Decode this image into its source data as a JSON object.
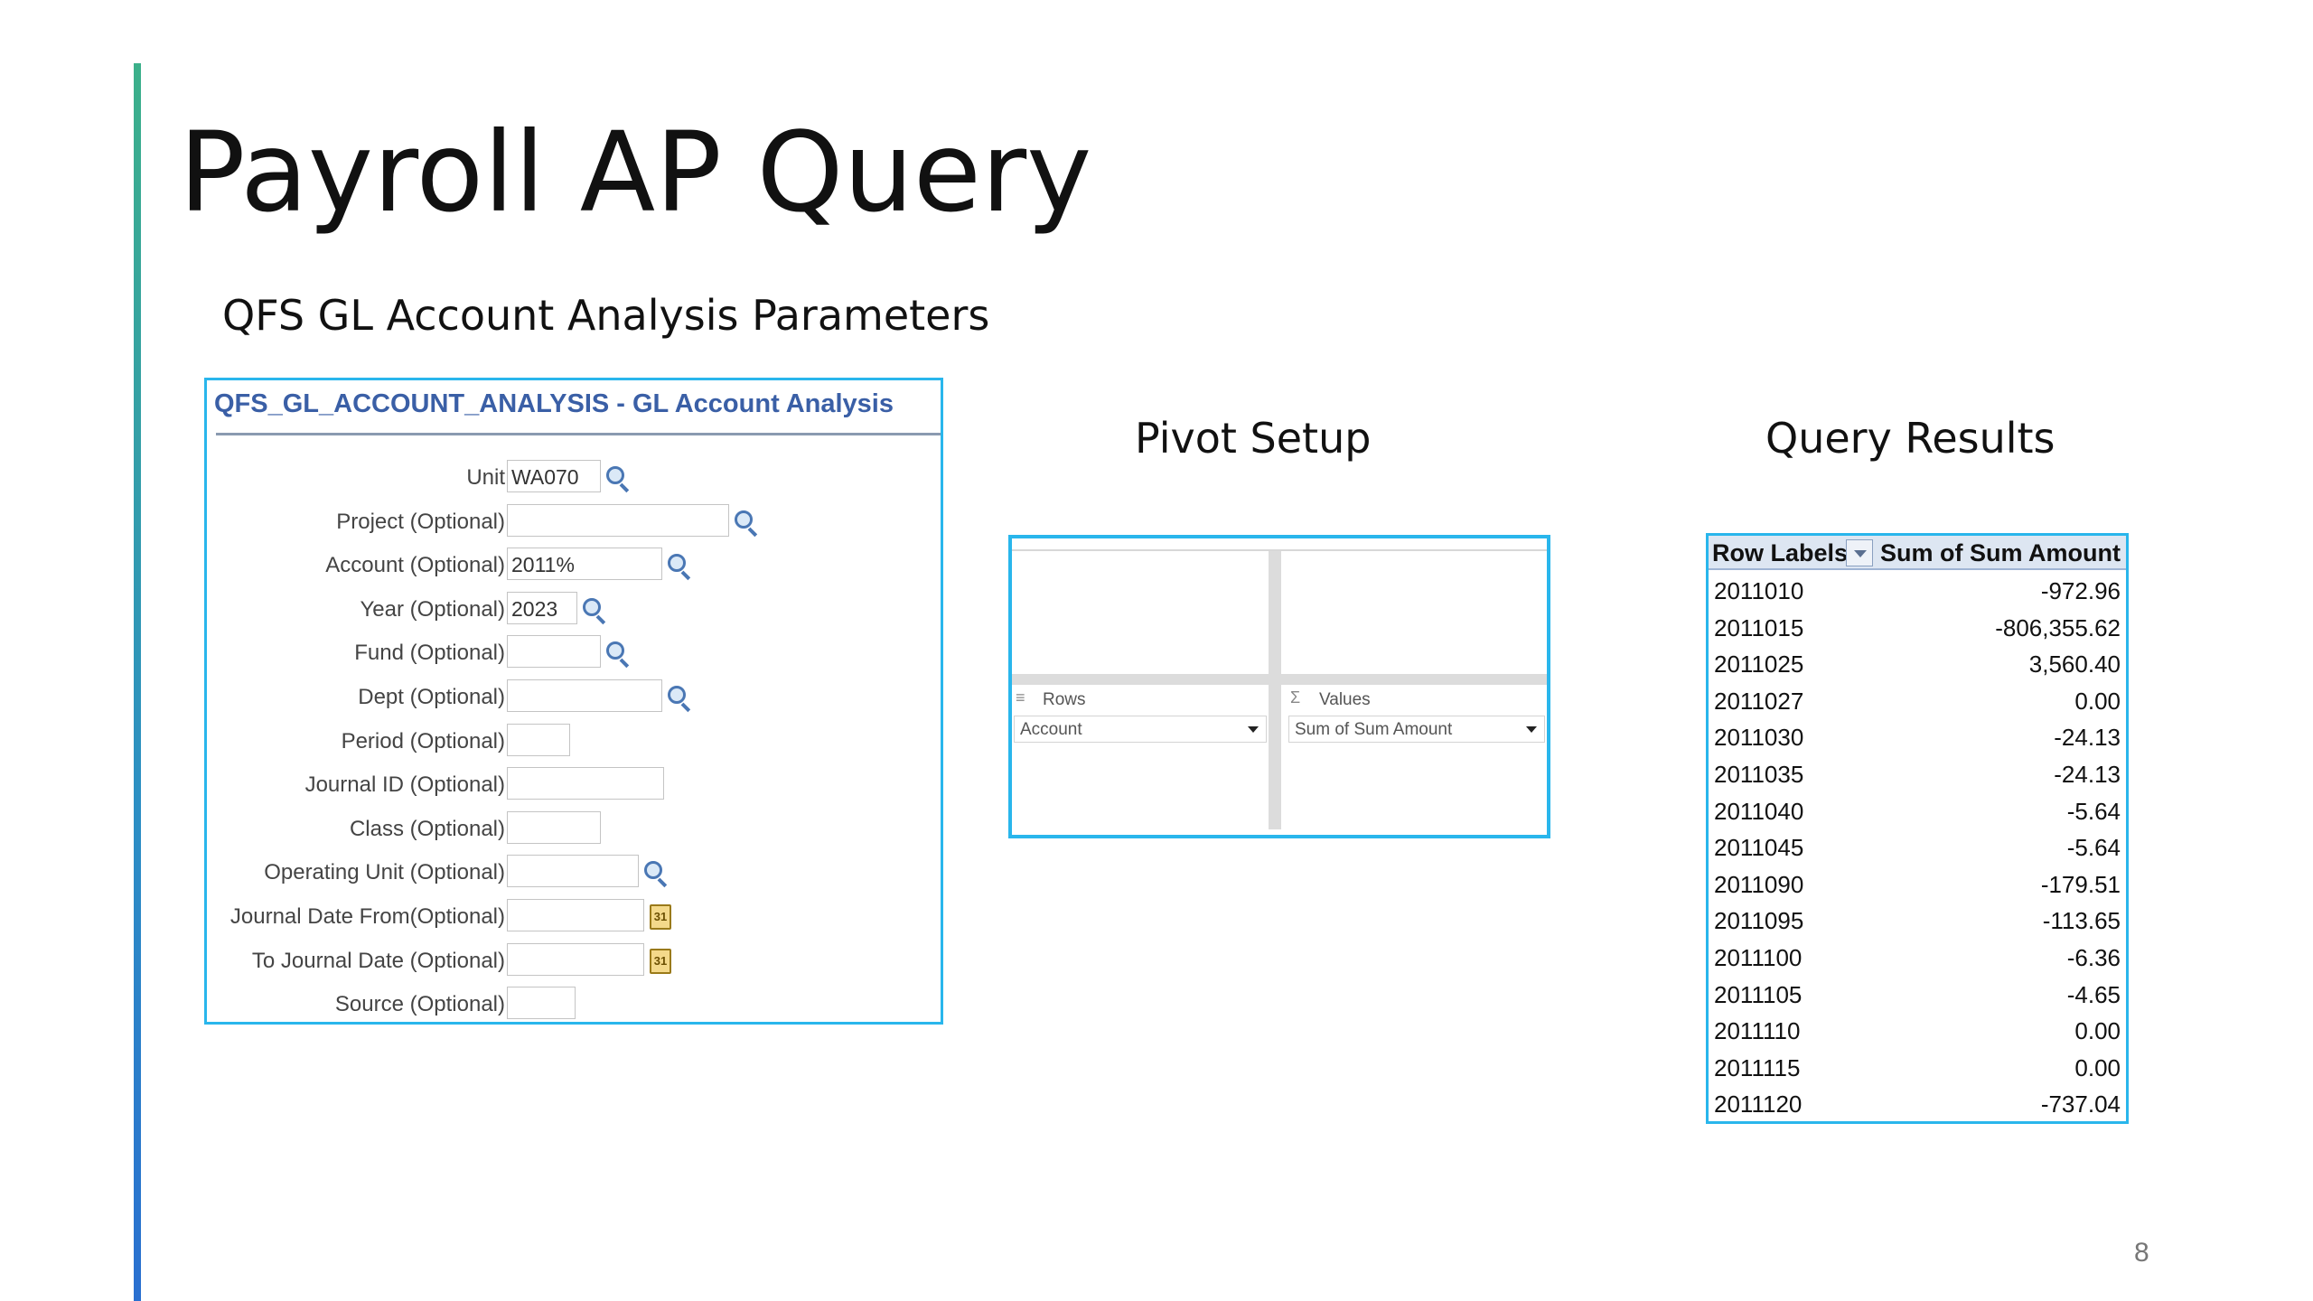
{
  "slide": {
    "title": "Payroll AP Query",
    "page_number": "8",
    "accent_colors": [
      "#3cb08a",
      "#2a6fd0"
    ],
    "frame_color": "#29b6ec"
  },
  "params_section": {
    "heading": "QFS GL Account Analysis Parameters",
    "panel_title": "QFS_GL_ACCOUNT_ANALYSIS - GL Account Analysis",
    "fields": [
      {
        "label": "Unit",
        "value": "WA070",
        "icon": "lookup-icon"
      },
      {
        "label": "Project (Optional)",
        "value": "",
        "icon": "lookup-icon"
      },
      {
        "label": "Account (Optional)",
        "value": "2011%",
        "icon": "lookup-icon"
      },
      {
        "label": "Year (Optional)",
        "value": "2023",
        "icon": "lookup-icon"
      },
      {
        "label": "Fund (Optional)",
        "value": "",
        "icon": "lookup-icon"
      },
      {
        "label": "Dept (Optional)",
        "value": "",
        "icon": "lookup-icon"
      },
      {
        "label": "Period (Optional)",
        "value": "",
        "icon": ""
      },
      {
        "label": "Journal ID (Optional)",
        "value": "",
        "icon": ""
      },
      {
        "label": "Class (Optional)",
        "value": "",
        "icon": ""
      },
      {
        "label": "Operating Unit (Optional)",
        "value": "",
        "icon": "lookup-icon"
      },
      {
        "label": "Journal Date From(Optional)",
        "value": "",
        "icon": "calendar-icon"
      },
      {
        "label": "To Journal Date (Optional)",
        "value": "",
        "icon": "calendar-icon"
      },
      {
        "label": "Source (Optional)",
        "value": "",
        "icon": ""
      }
    ],
    "calendar_glyph": "31"
  },
  "pivot_section": {
    "heading": "Pivot Setup",
    "rows_label": "Rows",
    "values_label": "Values",
    "rows_glyph": "≡",
    "values_glyph": "Σ",
    "rows_field": "Account",
    "values_field": "Sum of Sum Amount"
  },
  "results_section": {
    "heading": "Query Results",
    "col_row_labels": "Row Labels",
    "col_sum": "Sum of Sum Amount",
    "rows": [
      {
        "label": "2011010",
        "value": "-972.96"
      },
      {
        "label": "2011015",
        "value": "-806,355.62"
      },
      {
        "label": "2011025",
        "value": "3,560.40"
      },
      {
        "label": "2011027",
        "value": "0.00"
      },
      {
        "label": "2011030",
        "value": "-24.13"
      },
      {
        "label": "2011035",
        "value": "-24.13"
      },
      {
        "label": "2011040",
        "value": "-5.64"
      },
      {
        "label": "2011045",
        "value": "-5.64"
      },
      {
        "label": "2011090",
        "value": "-179.51"
      },
      {
        "label": "2011095",
        "value": "-113.65"
      },
      {
        "label": "2011100",
        "value": "-6.36"
      },
      {
        "label": "2011105",
        "value": "-4.65"
      },
      {
        "label": "2011110",
        "value": "0.00"
      },
      {
        "label": "2011115",
        "value": "0.00"
      },
      {
        "label": "2011120",
        "value": "-737.04"
      }
    ]
  }
}
